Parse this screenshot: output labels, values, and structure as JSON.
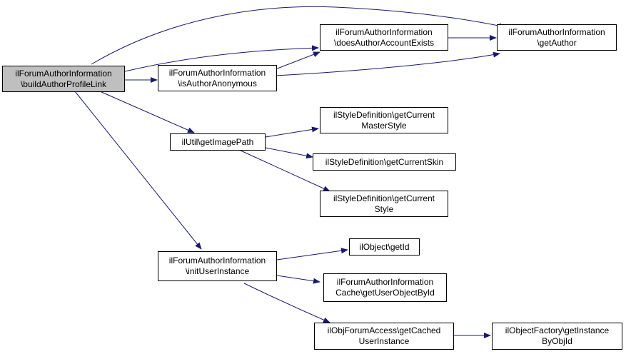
{
  "colors": {
    "edge": "#191970",
    "root_fill": "#bfbfbf",
    "node_fill": "#ffffff",
    "border": "#000000"
  },
  "nodes": {
    "build": {
      "line1": "ilForumAuthorInformation",
      "line2": "\\buildAuthorProfileLink"
    },
    "anon": {
      "line1": "ilForumAuthorInformation",
      "line2": "\\isAuthorAnonymous"
    },
    "exists": {
      "line1": "ilForumAuthorInformation",
      "line2": "\\doesAuthorAccountExists"
    },
    "getauth": {
      "line1": "ilForumAuthorInformation",
      "line2": "\\getAuthor"
    },
    "imgpath": {
      "line1": "ilUtil\\getImagePath"
    },
    "master": {
      "line1": "ilStyleDefinition\\getCurrent",
      "line2": "MasterStyle"
    },
    "skin": {
      "line1": "ilStyleDefinition\\getCurrentSkin"
    },
    "style": {
      "line1": "ilStyleDefinition\\getCurrent",
      "line2": "Style"
    },
    "inituser": {
      "line1": "ilForumAuthorInformation",
      "line2": "\\initUserInstance"
    },
    "getid": {
      "line1": "ilObject\\getId"
    },
    "cache": {
      "line1": "ilForumAuthorInformation",
      "line2": "Cache\\getUserObjectById"
    },
    "cached": {
      "line1": "ilObjForumAccess\\getCached",
      "line2": "UserInstance"
    },
    "factory": {
      "line1": "ilObjectFactory\\getInstance",
      "line2": "ByObjId"
    }
  }
}
